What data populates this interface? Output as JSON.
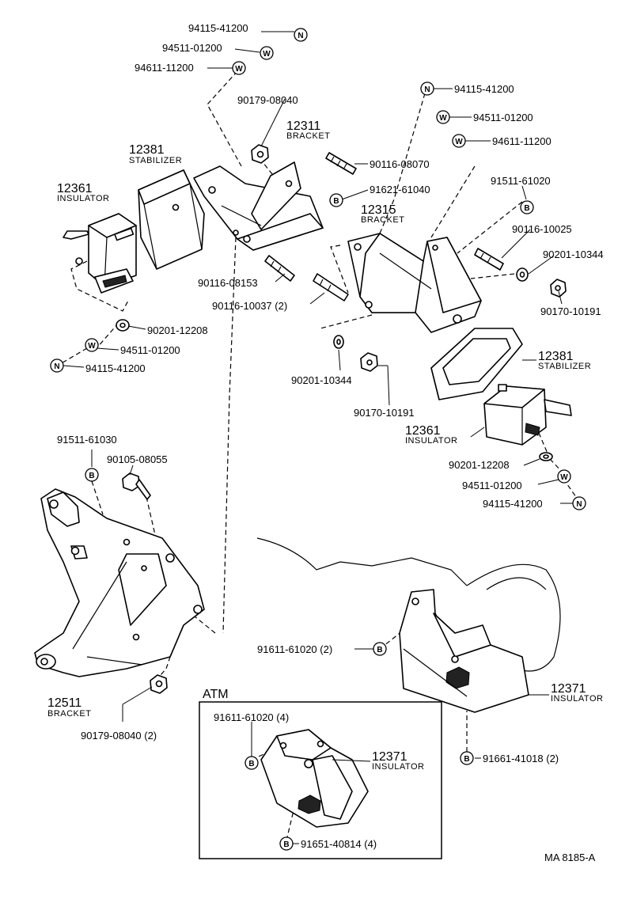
{
  "sheet_code": "MA  8185-A",
  "atm_title": "ATM",
  "labels": {
    "n_top_1": "94115-41200",
    "w_top_1": "94511-01200",
    "w_top_2": "94611-11200",
    "n_top_r": "94115-41200",
    "w_top_r1": "94511-01200",
    "w_top_r2": "94611-11200",
    "nut_90179_a": "90179-08040",
    "stud_90116_08070": "90116-08070",
    "bolt_91621": "91621-61040",
    "bolt_91511_61020": "91511-61020",
    "stud_90116_10025": "90116-10025",
    "washer_90201_10344_r": "90201-10344",
    "nut_90170_r": "90170-10191",
    "stud_90116_08153": "90116-08153",
    "stud_90116_10037": "90116-10037 (2)",
    "washer_90201_12208_l": "90201-12208",
    "w_left": "94511-01200",
    "n_left": "94115-41200",
    "washer_90201_10344_c": "90201-10344",
    "nut_90170_c": "90170-10191",
    "washer_90201_12208_r": "90201-12208",
    "w_right": "94511-01200",
    "n_right": "94115-41200",
    "bolt_91511_61030": "91511-61030",
    "bolt_90105": "90105-08055",
    "bolt_91611_a": "91611-61020 (2)",
    "nut_90179_b": "90179-08040 (2)",
    "bolt_91661": "91661-41018 (2)",
    "bolt_91611_atm": "91611-61020 (4)",
    "bolt_91651_atm": "91651-40814 (4)"
  },
  "parts": {
    "p12381_l": {
      "num": "12381",
      "name": "STABILIZER"
    },
    "p12311": {
      "num": "12311",
      "name": "BRACKET"
    },
    "p12361_l": {
      "num": "12361",
      "name": "INSULATOR"
    },
    "p12315": {
      "num": "12315",
      "name": "BRACKET"
    },
    "p12381_r": {
      "num": "12381",
      "name": "STABILIZER"
    },
    "p12361_r": {
      "num": "12361",
      "name": "INSULATOR"
    },
    "p12511": {
      "num": "12511",
      "name": "BRACKET"
    },
    "p12371": {
      "num": "12371",
      "name": "INSULATOR"
    },
    "p12371_atm": {
      "num": "12371",
      "name": "INSULATOR"
    }
  },
  "symbols": {
    "n": "N",
    "w": "W",
    "b": "B"
  }
}
